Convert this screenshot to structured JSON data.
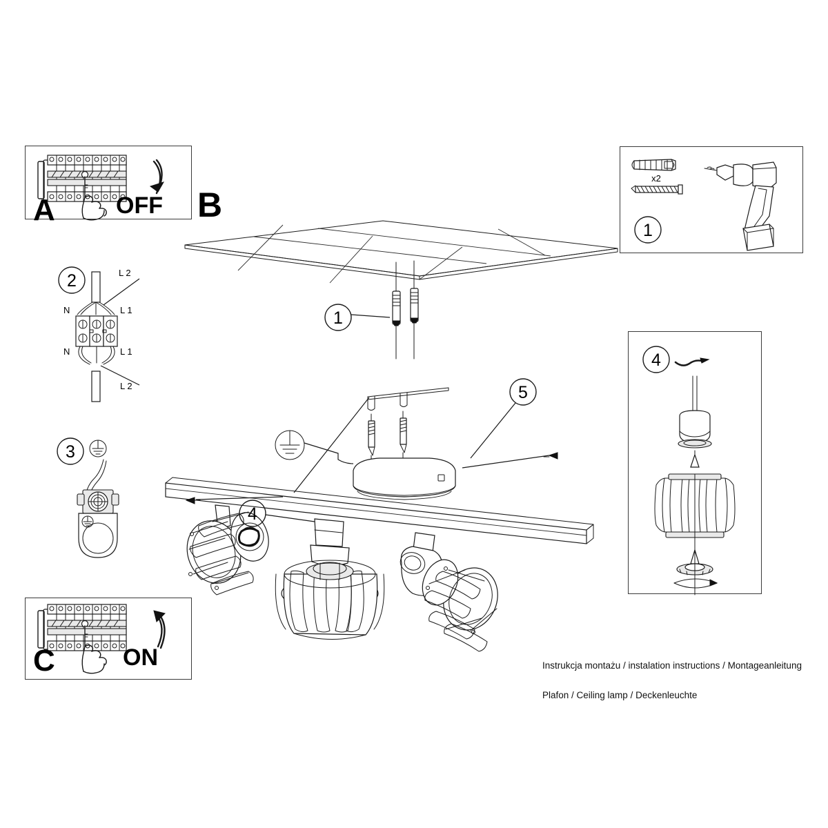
{
  "document": {
    "type": "installation-instruction-sheet",
    "footer_line1": "Instrukcja montażu / instalation instructions / Montageanleitung",
    "footer_line2": "Plafon / Ceiling lamp / Deckenleuchte"
  },
  "panels": {
    "a": {
      "letter": "A",
      "state_label": "OFF",
      "icon_breaker": "circuit-breaker-panel-icon",
      "icon_hand": "pointing-hand-icon",
      "icon_arrow": "curved-arrow-down-icon",
      "breaker_count": 9
    },
    "c": {
      "letter": "C",
      "state_label": "ON",
      "icon_breaker": "circuit-breaker-panel-icon",
      "icon_hand": "pointing-hand-icon",
      "icon_arrow": "curved-arrow-up-icon",
      "breaker_count": 9
    },
    "b": {
      "letter": "B",
      "callouts": [
        "1",
        "4",
        "5"
      ],
      "icon_ceiling": "ceiling-plane-icon",
      "icon_lamp": "three-spot-ceiling-lamp-icon",
      "icon_ground": "earth-ground-symbol-icon"
    },
    "step1": {
      "number": "1",
      "quantity": "x2",
      "icon_plug": "wall-plug-anchor-icon",
      "icon_screw": "screw-icon",
      "icon_drill": "power-drill-icon"
    },
    "step2": {
      "number": "2",
      "icon_terminal": "terminal-block-icon",
      "labels": {
        "top_left": "N",
        "top_right": "L 1",
        "top_lead": "L 2",
        "bottom_left": "N",
        "bottom_right": "L 1",
        "bottom_lead": "L 2"
      }
    },
    "step3": {
      "number": "3",
      "icon_ground": "earth-ground-symbol-icon",
      "icon_terminal": "ground-terminal-screw-icon",
      "icon_wire": "ground-wire-icon"
    },
    "step4": {
      "number": "4",
      "icon_arrow_curved": "curved-hook-arrow-icon",
      "icon_lampholder": "lamp-holder-icon",
      "icon_shade": "cage-shade-icon",
      "icon_ring": "ring-nut-icon",
      "icon_rotate": "rotation-arrow-icon",
      "icon_assembly_arrow": "assembly-up-arrow-icon"
    }
  },
  "colors": {
    "line": "#1a1a1a",
    "panel_border": "#3a3a3a",
    "background": "#ffffff",
    "shade_fill": "#e9e9e9"
  }
}
